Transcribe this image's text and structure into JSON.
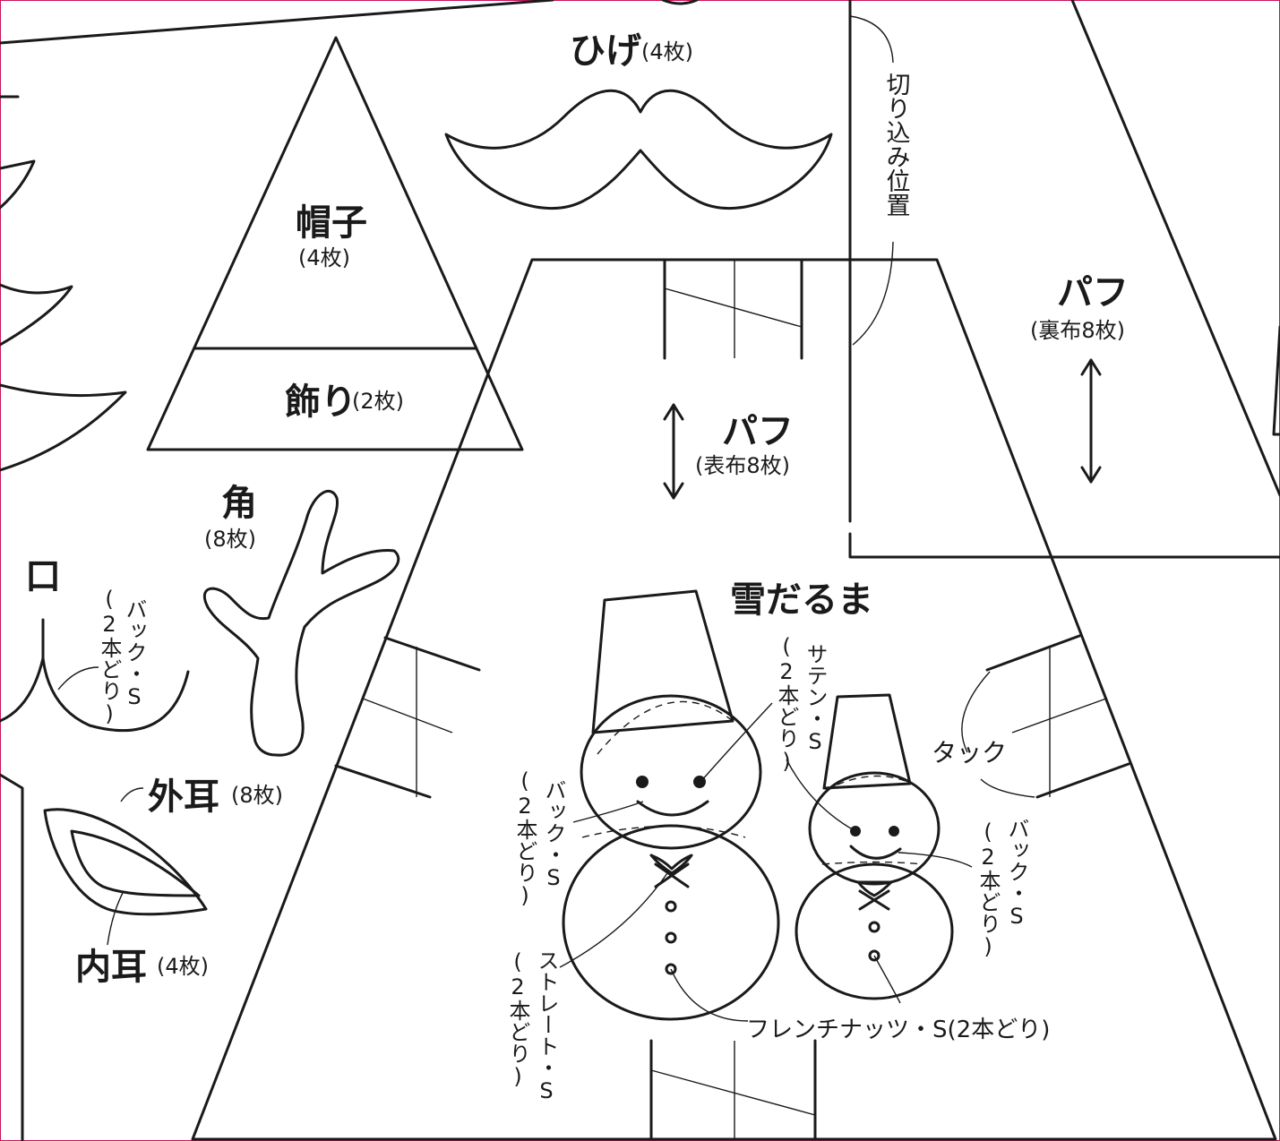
{
  "colors": {
    "line": "#1a1a1a",
    "frame": "#c8145a",
    "background": "#ffffff"
  },
  "labels": {
    "hige": "ひげ",
    "hige_count": "(4枚)",
    "boushi": "帽子",
    "boushi_count": "(4枚)",
    "kazari": "飾り",
    "kazari_count": "(2枚)",
    "tsuno": "角",
    "tsuno_count": "(8枚)",
    "kuchi": "口",
    "kuchi_stitch": "バック・S",
    "kuchi_strands": "(2本どり)",
    "sotomimi": "外耳",
    "sotomimi_count": "(8枚)",
    "uchimimi": "内耳",
    "uchimimi_count": "(4枚)",
    "puff_front": "パフ",
    "puff_front_count": "(表布8枚)",
    "puff_back": "パフ",
    "puff_back_count": "(裏布8枚)",
    "cut_position": "切り込み位置",
    "snowman": "雪だるま",
    "satin_stitch": "サテン・S",
    "satin_strands": "(2本どり)",
    "back_stitch_left": "バック・S",
    "back_strands_left": "(2本どり)",
    "straight_stitch": "ストレート・S",
    "straight_strands": "(2本どり)",
    "back_stitch_right": "バック・S",
    "back_strands_right": "(2本どり)",
    "tuck": "タック",
    "french_knot": "フレンチナッツ・S(2本どり)"
  }
}
